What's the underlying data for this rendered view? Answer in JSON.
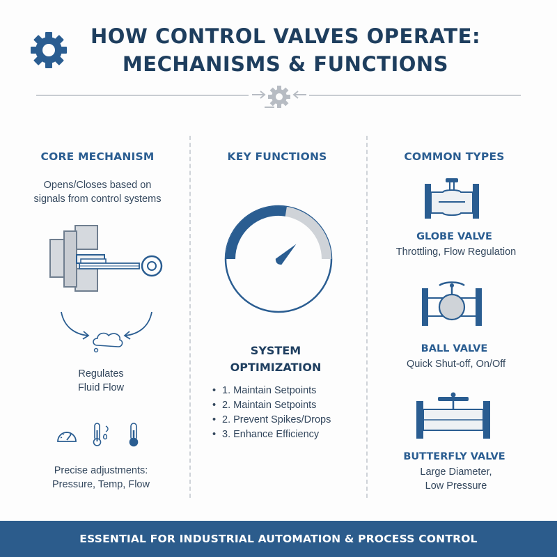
{
  "title": {
    "line1": "HOW CONTROL VALVES OPERATE:",
    "line2": "MECHANISMS & FUNCTIONS"
  },
  "columns": {
    "core": {
      "heading": "CORE MECHANISM",
      "desc_line1": "Opens/Closes based on",
      "desc_line2": "signals from control systems",
      "regulates_line1": "Regulates",
      "regulates_line2": "Fluid Flow",
      "adjust_line1": "Precise adjustments:",
      "adjust_line2": "Pressure, Temp, Flow",
      "icons": [
        "pressure-gauge-icon",
        "thermometer-flow-icon",
        "thermometer-icon"
      ]
    },
    "functions": {
      "heading": "KEY FUNCTIONS",
      "gauge_level": 0.55,
      "subheading_line1": "SYSTEM",
      "subheading_line2": "OPTIMIZATION",
      "bullets": [
        "1. Maintain Setpoints",
        "2. Maintain Setpoints",
        "2. Prevent Spikes/Drops",
        "3. Enhance Efficiency"
      ],
      "bullet_glyph": "•"
    },
    "types": {
      "heading": "COMMON TYPES",
      "valves": [
        {
          "name": "GLOBE VALVE",
          "desc_line1": "Throttling, Flow Regulation",
          "desc_line2": ""
        },
        {
          "name": "BALL VALVE",
          "desc_line1": "Quick Shut-off, On/Off",
          "desc_line2": ""
        },
        {
          "name": "BUTTERFLY VALVE",
          "desc_line1": "Large Diameter,",
          "desc_line2": "Low Pressure"
        }
      ]
    }
  },
  "footer": {
    "text": "ESSENTIAL FOR INDUSTRIAL AUTOMATION & PROCESS CONTROL"
  },
  "colors": {
    "primary": "#2a5d91",
    "dark_navy": "#1e3e5e",
    "light_gray": "#c8ccd2",
    "footer_bg": "#2c5c8c"
  }
}
